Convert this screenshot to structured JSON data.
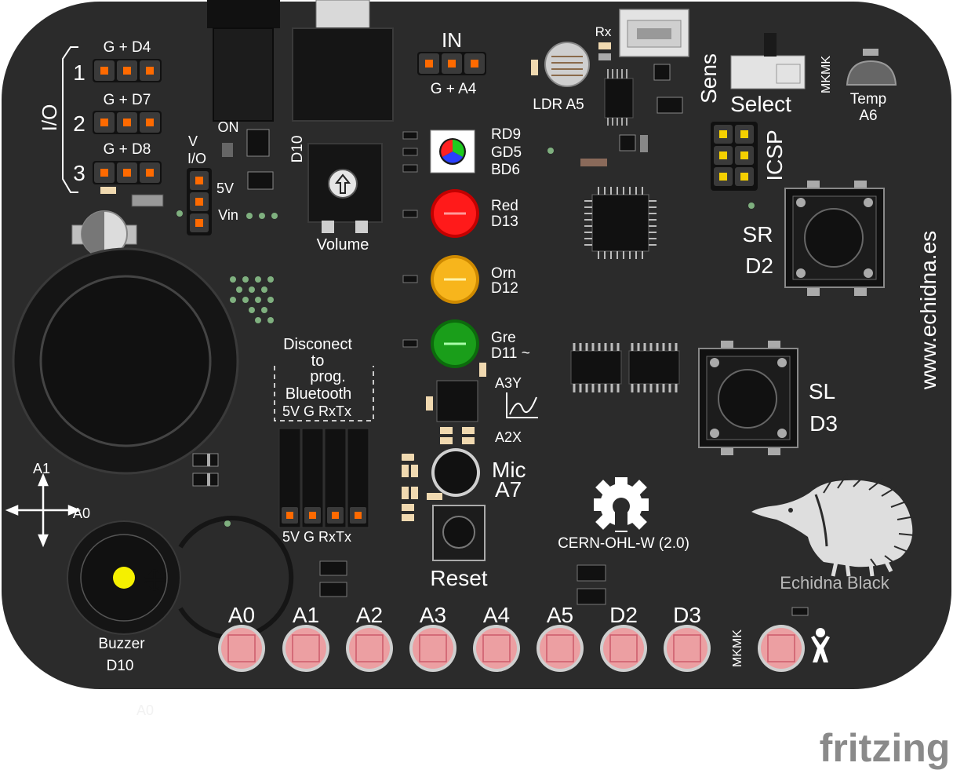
{
  "board": {
    "name": "Echidna Black",
    "website": "www.echidna.es",
    "license": "CERN-OHL-W (2.0)",
    "mkmk_top": "MKMK",
    "mkmk_bottom": "MKMK",
    "colors": {
      "pcb": "#2b2b2b",
      "pad": "#f0a3a6",
      "header": "#2e2e2e",
      "led_red": "#ff1a1a",
      "led_orange": "#f7b51c",
      "led_green": "#1a9e1a",
      "pin": "#e65a00"
    }
  },
  "io": {
    "label": "I/O",
    "row1_label": "G + D4",
    "row1_num": "1",
    "row2_label": "G + D7",
    "row2_num": "2",
    "row3_label": "G + D8",
    "row3_num": "3"
  },
  "power": {
    "v_label": "V",
    "io_label": "I/O",
    "on_label": "ON",
    "fivev_label": "5V",
    "vin_label": "Vin"
  },
  "input": {
    "title": "IN",
    "pins": "G + A4"
  },
  "sensors": {
    "ldr": "LDR A5",
    "rx": "Rx",
    "sens": "Sens",
    "select": "Select",
    "temp": "Temp",
    "temp_pin": "A6",
    "icsp": "ICSP"
  },
  "volume": {
    "d10": "D10",
    "label": "Volume"
  },
  "leds": {
    "rgb": {
      "r": "RD9",
      "g": "GD5",
      "b": "BD6"
    },
    "red": {
      "name": "Red",
      "pin": "D13"
    },
    "orange": {
      "name": "Orn",
      "pin": "D12"
    },
    "green": {
      "name": "Gre",
      "pin": "D11 ~"
    }
  },
  "bluetooth": {
    "line1": "Disconect",
    "line2": "to",
    "line3": "prog.",
    "line4": "Bluetooth",
    "pins_top": "5V G RxTx",
    "pins_bottom": "5V G RxTx"
  },
  "accel": {
    "y": "A3Y",
    "x": "A2X"
  },
  "mic": {
    "name": "Mic",
    "pin": "A7"
  },
  "reset": {
    "label": "Reset"
  },
  "buttons": {
    "sr": {
      "name": "SR",
      "pin": "D2"
    },
    "sl": {
      "name": "SL",
      "pin": "D3"
    }
  },
  "joystick": {
    "y": "A1",
    "x": "A0"
  },
  "buzzer": {
    "name": "Buzzer",
    "pin": "D10"
  },
  "touch_pads": [
    "A0",
    "A1",
    "A2",
    "A3",
    "A4",
    "A5",
    "D2",
    "D3"
  ],
  "ghost_label": "A0",
  "watermark": "fritzing"
}
